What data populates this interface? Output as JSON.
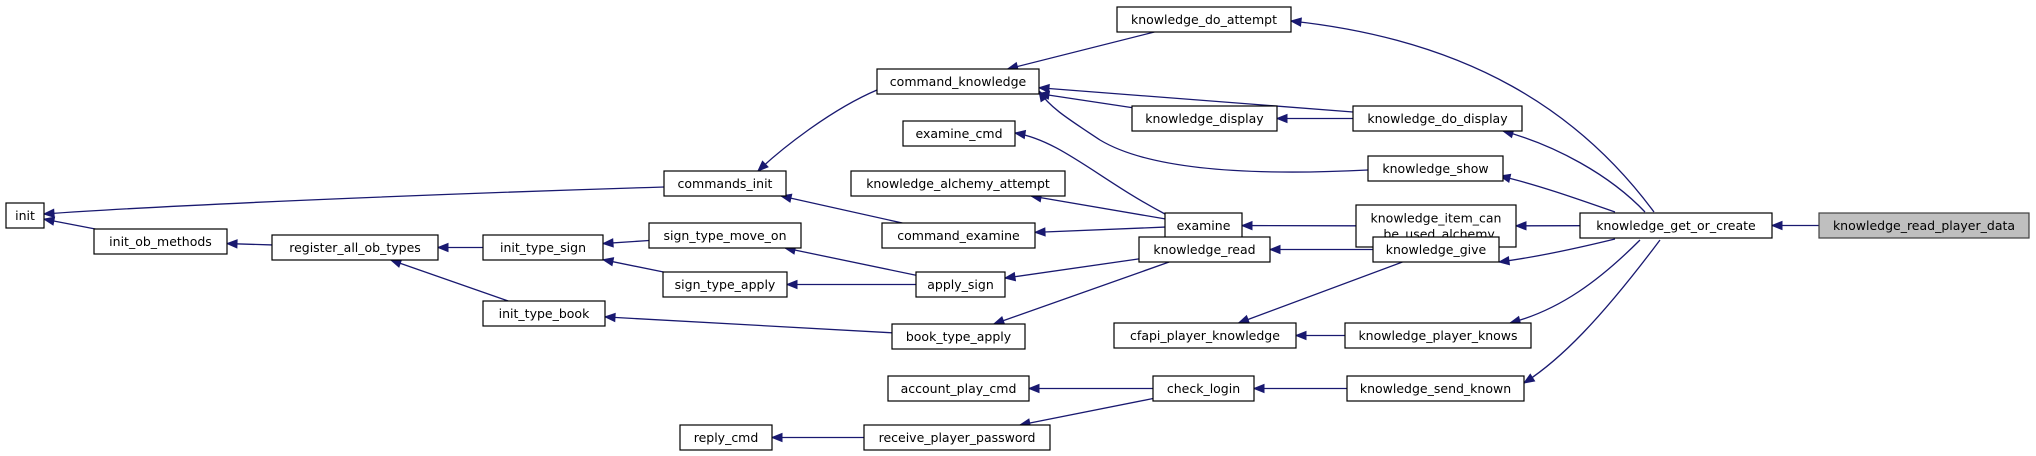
{
  "diagram": {
    "colors": {
      "edge": "#191970",
      "node_border": "#000000",
      "node_fill": "#ffffff",
      "highlight_fill": "#bfbfbf",
      "background": "#ffffff"
    },
    "nodes": [
      {
        "id": "init",
        "label": [
          "init"
        ]
      },
      {
        "id": "init_ob_methods",
        "label": [
          "init_ob_methods"
        ]
      },
      {
        "id": "register_all_ob_types",
        "label": [
          "register_all_ob_types"
        ]
      },
      {
        "id": "init_type_sign",
        "label": [
          "init_type_sign"
        ]
      },
      {
        "id": "init_type_book",
        "label": [
          "init_type_book"
        ]
      },
      {
        "id": "sign_type_move_on",
        "label": [
          "sign_type_move_on"
        ]
      },
      {
        "id": "sign_type_apply",
        "label": [
          "sign_type_apply"
        ]
      },
      {
        "id": "commands_init",
        "label": [
          "commands_init"
        ]
      },
      {
        "id": "command_knowledge",
        "label": [
          "command_knowledge"
        ]
      },
      {
        "id": "examine_cmd",
        "label": [
          "examine_cmd"
        ]
      },
      {
        "id": "knowledge_alchemy_attempt",
        "label": [
          "knowledge_alchemy_attempt"
        ]
      },
      {
        "id": "command_examine",
        "label": [
          "command_examine"
        ]
      },
      {
        "id": "apply_sign",
        "label": [
          "apply_sign"
        ]
      },
      {
        "id": "book_type_apply",
        "label": [
          "book_type_apply"
        ]
      },
      {
        "id": "account_play_cmd",
        "label": [
          "account_play_cmd"
        ]
      },
      {
        "id": "reply_cmd",
        "label": [
          "reply_cmd"
        ]
      },
      {
        "id": "receive_player_password",
        "label": [
          "receive_player_password"
        ]
      },
      {
        "id": "knowledge_do_attempt",
        "label": [
          "knowledge_do_attempt"
        ]
      },
      {
        "id": "knowledge_display",
        "label": [
          "knowledge_display"
        ]
      },
      {
        "id": "examine",
        "label": [
          "examine"
        ]
      },
      {
        "id": "knowledge_read",
        "label": [
          "knowledge_read"
        ]
      },
      {
        "id": "cfapi_player_knowledge",
        "label": [
          "cfapi_player_knowledge"
        ]
      },
      {
        "id": "check_login",
        "label": [
          "check_login"
        ]
      },
      {
        "id": "knowledge_do_display",
        "label": [
          "knowledge_do_display"
        ]
      },
      {
        "id": "knowledge_show",
        "label": [
          "knowledge_show"
        ]
      },
      {
        "id": "knowledge_item_can_be_used_alchemy",
        "label": [
          "knowledge_item_can",
          "_be_used_alchemy"
        ]
      },
      {
        "id": "knowledge_give",
        "label": [
          "knowledge_give"
        ]
      },
      {
        "id": "knowledge_player_knows",
        "label": [
          "knowledge_player_knows"
        ]
      },
      {
        "id": "knowledge_send_known",
        "label": [
          "knowledge_send_known"
        ]
      },
      {
        "id": "knowledge_get_or_create",
        "label": [
          "knowledge_get_or_create"
        ]
      },
      {
        "id": "knowledge_read_player_data",
        "label": [
          "knowledge_read_player_data"
        ],
        "highlight": true
      }
    ],
    "edges": [
      {
        "from": "init_ob_methods",
        "to": "init"
      },
      {
        "from": "commands_init",
        "to": "init"
      },
      {
        "from": "register_all_ob_types",
        "to": "init_ob_methods"
      },
      {
        "from": "init_type_sign",
        "to": "register_all_ob_types"
      },
      {
        "from": "init_type_book",
        "to": "register_all_ob_types"
      },
      {
        "from": "sign_type_move_on",
        "to": "init_type_sign"
      },
      {
        "from": "sign_type_apply",
        "to": "init_type_sign"
      },
      {
        "from": "book_type_apply",
        "to": "init_type_book"
      },
      {
        "from": "apply_sign",
        "to": "sign_type_move_on"
      },
      {
        "from": "apply_sign",
        "to": "sign_type_apply"
      },
      {
        "from": "command_knowledge",
        "to": "commands_init"
      },
      {
        "from": "command_examine",
        "to": "commands_init"
      },
      {
        "from": "knowledge_do_attempt",
        "to": "command_knowledge"
      },
      {
        "from": "knowledge_display",
        "to": "command_knowledge"
      },
      {
        "from": "examine",
        "to": "examine_cmd"
      },
      {
        "from": "examine",
        "to": "knowledge_alchemy_attempt"
      },
      {
        "from": "examine",
        "to": "command_examine"
      },
      {
        "from": "knowledge_read",
        "to": "apply_sign"
      },
      {
        "from": "knowledge_read",
        "to": "book_type_apply"
      },
      {
        "from": "check_login",
        "to": "account_play_cmd"
      },
      {
        "from": "check_login",
        "to": "receive_player_password"
      },
      {
        "from": "receive_player_password",
        "to": "reply_cmd"
      },
      {
        "from": "knowledge_do_display",
        "to": "command_knowledge"
      },
      {
        "from": "knowledge_do_display",
        "to": "knowledge_display"
      },
      {
        "from": "knowledge_show",
        "to": "command_knowledge"
      },
      {
        "from": "knowledge_item_can_be_used_alchemy",
        "to": "examine"
      },
      {
        "from": "knowledge_give",
        "to": "knowledge_read"
      },
      {
        "from": "knowledge_give",
        "to": "cfapi_player_knowledge"
      },
      {
        "from": "knowledge_player_knows",
        "to": "cfapi_player_knowledge"
      },
      {
        "from": "knowledge_send_known",
        "to": "check_login"
      },
      {
        "from": "knowledge_get_or_create",
        "to": "knowledge_do_attempt"
      },
      {
        "from": "knowledge_get_or_create",
        "to": "knowledge_do_display"
      },
      {
        "from": "knowledge_get_or_create",
        "to": "knowledge_show"
      },
      {
        "from": "knowledge_get_or_create",
        "to": "knowledge_item_can_be_used_alchemy"
      },
      {
        "from": "knowledge_get_or_create",
        "to": "knowledge_give"
      },
      {
        "from": "knowledge_get_or_create",
        "to": "knowledge_player_knows"
      },
      {
        "from": "knowledge_get_or_create",
        "to": "knowledge_send_known"
      },
      {
        "from": "knowledge_read_player_data",
        "to": "knowledge_get_or_create"
      }
    ]
  }
}
